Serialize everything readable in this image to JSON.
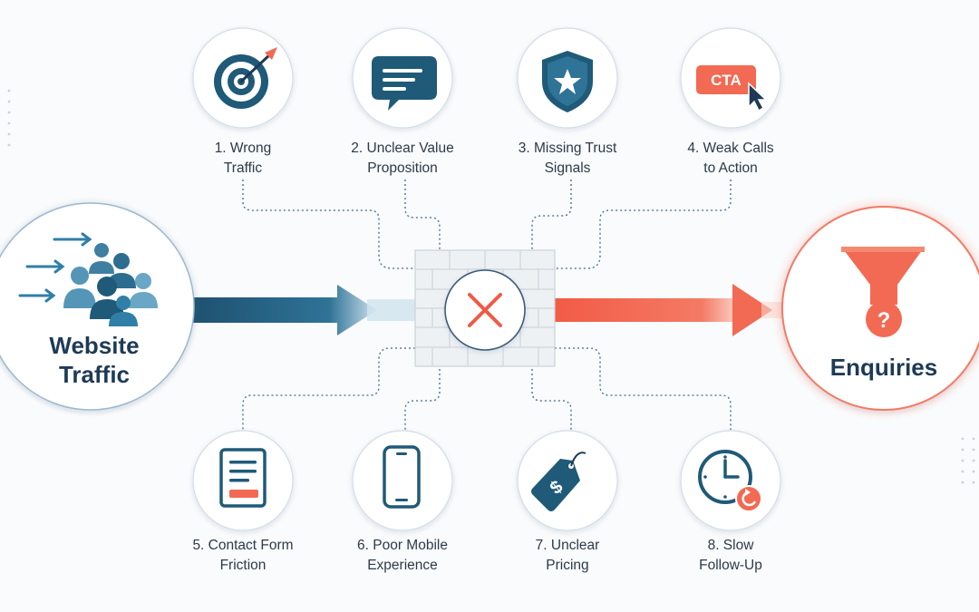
{
  "source": {
    "title_line1": "Website",
    "title_line2": "Traffic"
  },
  "target": {
    "title": "Enquiries"
  },
  "icons": {
    "cta_text": "CTA",
    "pricing_symbol": "$",
    "funnel_symbol": "?"
  },
  "colors": {
    "primary": "#1f5a78",
    "accent": "#f26a53",
    "text": "#2b3a4a",
    "title": "#1e3a56"
  },
  "issues_top": [
    {
      "line1": "1. Wrong",
      "line2": "Traffic",
      "icon": "target-icon"
    },
    {
      "line1": "2. Unclear Value",
      "line2": "Proposition",
      "icon": "speech-bubble-icon"
    },
    {
      "line1": "3. Missing Trust",
      "line2": "Signals",
      "icon": "shield-star-icon"
    },
    {
      "line1": "4. Weak Calls",
      "line2": "to Action",
      "icon": "cta-cursor-icon"
    }
  ],
  "issues_bottom": [
    {
      "line1": "5. Contact Form",
      "line2": "Friction",
      "icon": "form-icon"
    },
    {
      "line1": "6. Poor Mobile",
      "line2": "Experience",
      "icon": "mobile-phone-icon"
    },
    {
      "line1": "7. Unclear",
      "line2": "Pricing",
      "icon": "price-tag-icon"
    },
    {
      "line1": "8. Slow",
      "line2": "Follow-Up",
      "icon": "clock-return-icon"
    }
  ]
}
